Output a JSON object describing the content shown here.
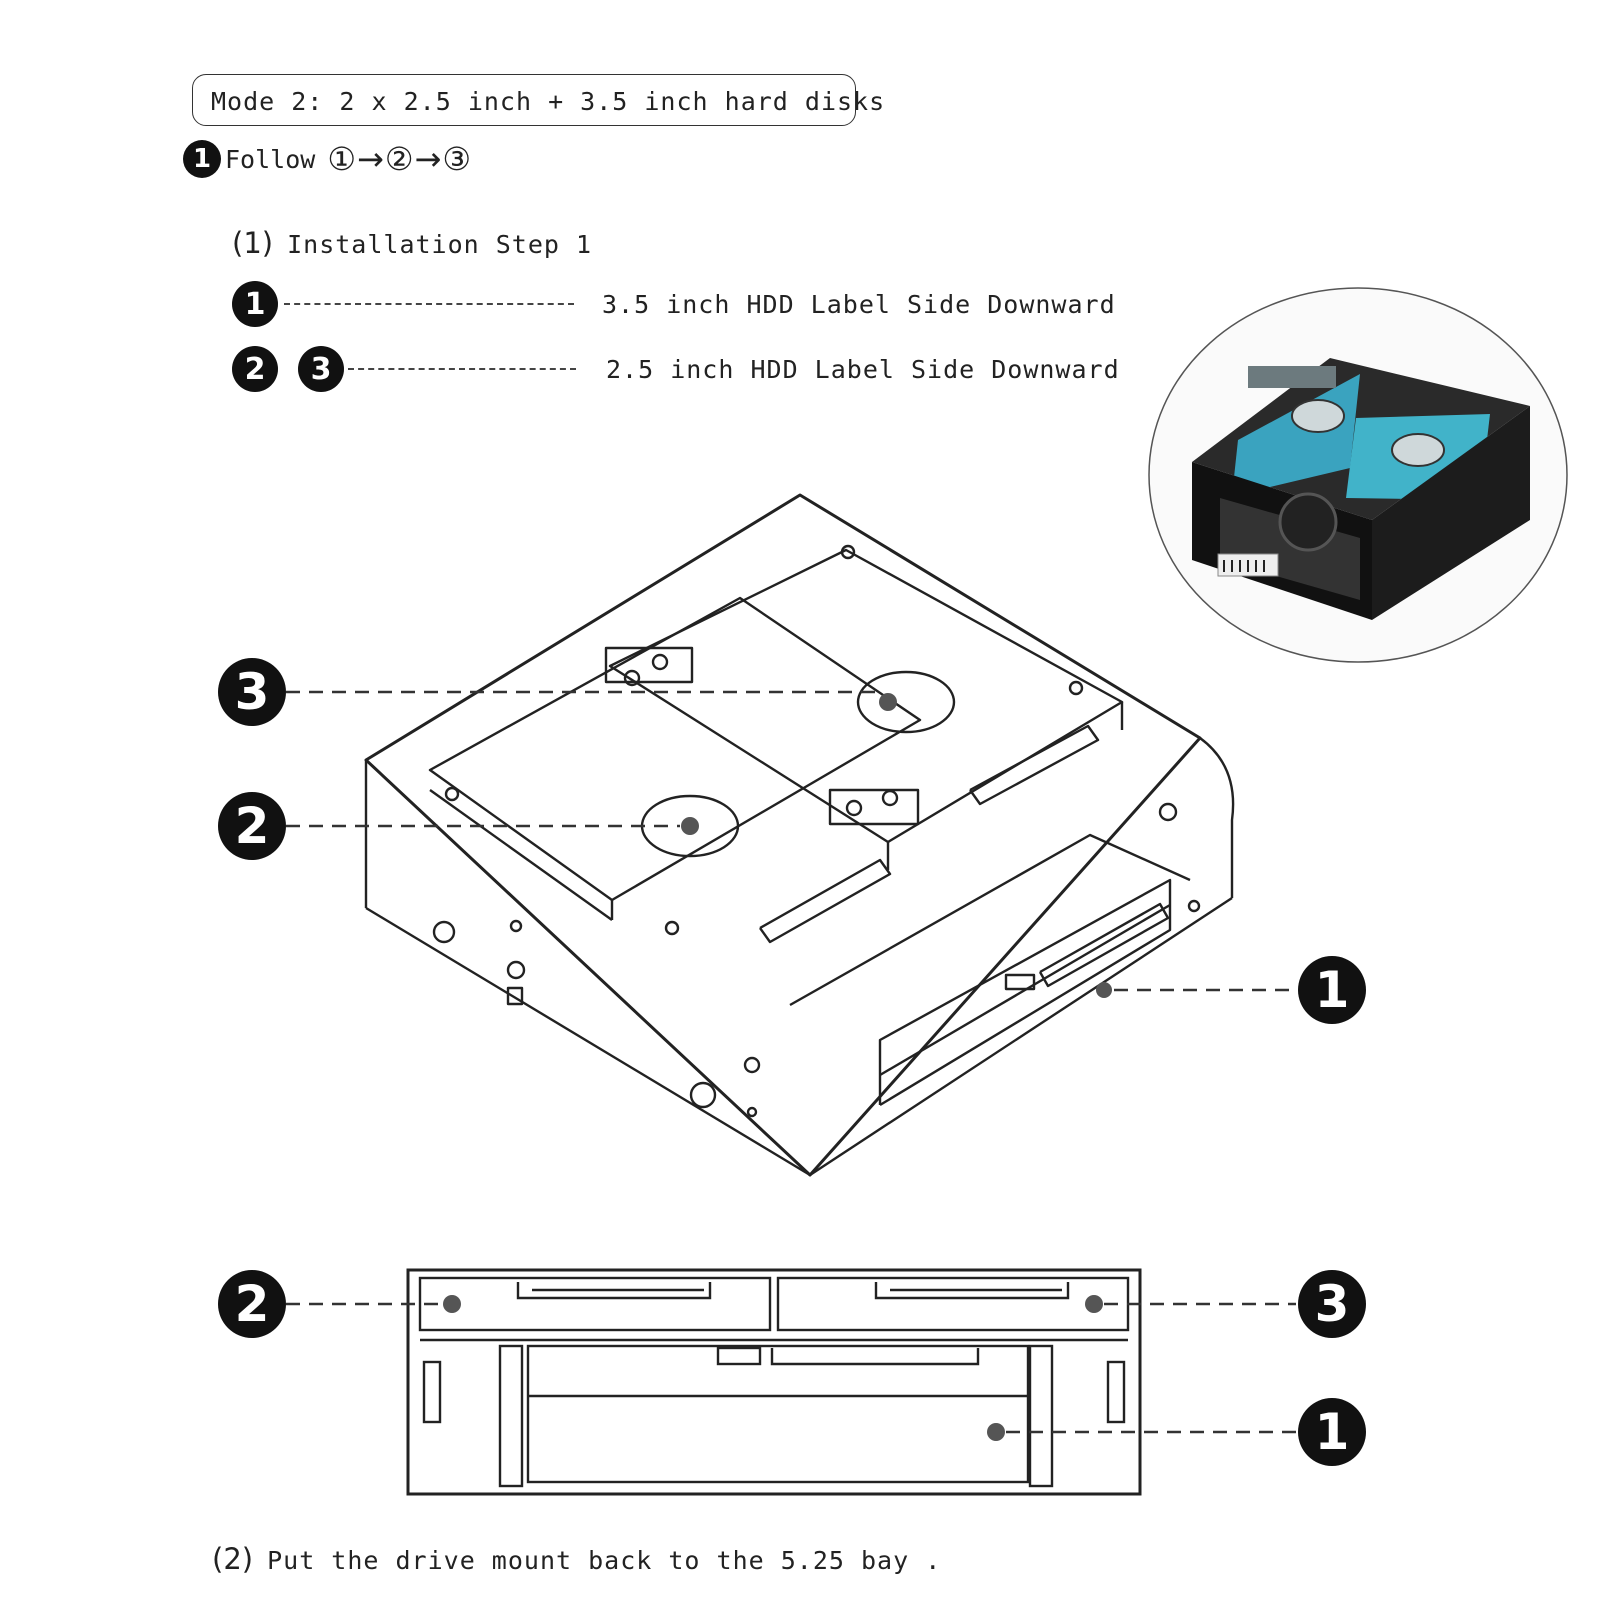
{
  "header": {
    "mode_title": "Mode 2: 2 x 2.5 inch + 3.5 inch hard disks",
    "follow_badge": "1",
    "follow_label": "Follow",
    "follow_sequence": "①→②→③"
  },
  "step1": {
    "number": "(1)",
    "title": "Installation Step 1"
  },
  "legend": [
    {
      "badges": [
        "1"
      ],
      "text": "3.5 inch HDD Label Side Downward"
    },
    {
      "badges": [
        "2",
        "3"
      ],
      "text": "2.5 inch HDD Label Side Downward"
    }
  ],
  "callouts": {
    "iso": [
      "3",
      "2",
      "1"
    ],
    "front": [
      "2",
      "3",
      "1"
    ]
  },
  "step2": {
    "number": "(2)",
    "text": "Put the drive mount back to the 5.25 bay ."
  }
}
